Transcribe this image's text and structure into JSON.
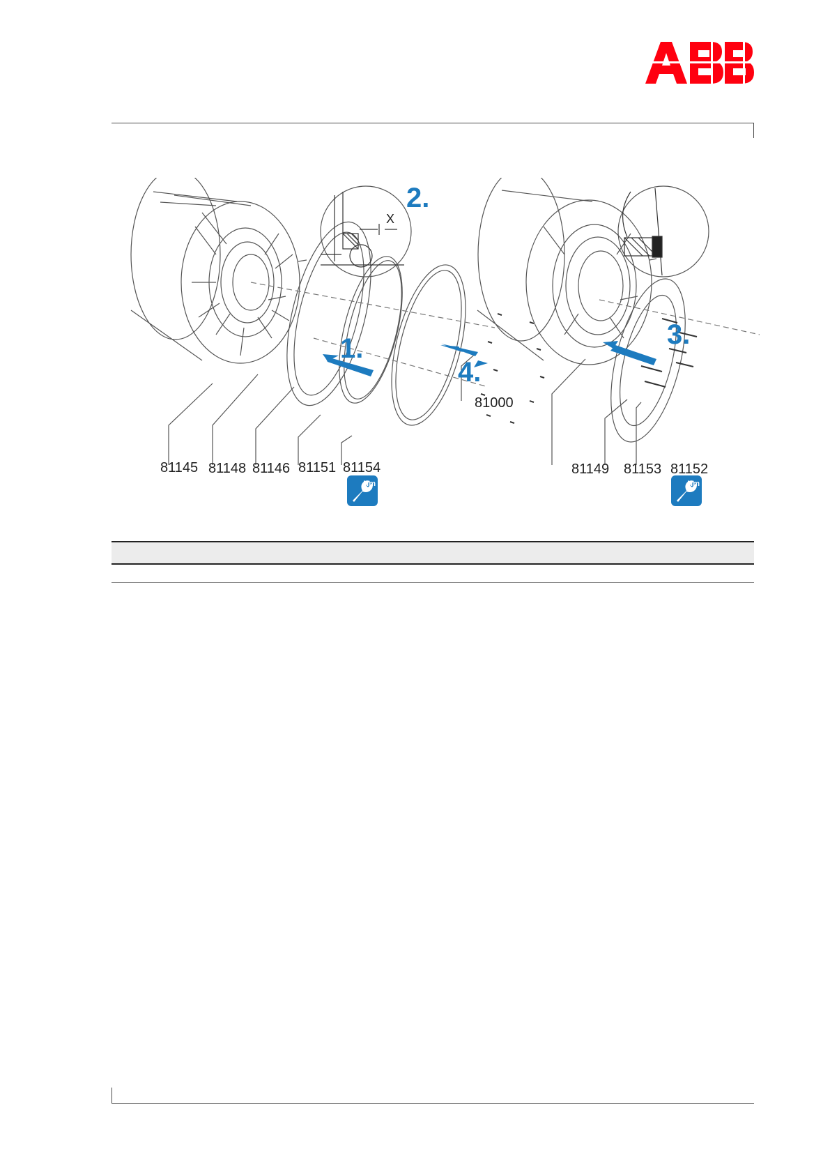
{
  "header": {
    "logo_text": "ABB",
    "brand_color": "#ff000f"
  },
  "figure": {
    "accent_color": "#1d7bbf",
    "steps": [
      "1.",
      "2.",
      "3.",
      "4."
    ],
    "detail_dimension_label": "X",
    "left_parts": [
      "81145",
      "81148",
      "81146",
      "81151",
      "81154"
    ],
    "right_parts": [
      "81149",
      "81153",
      "81152"
    ],
    "rotor_part": "81000",
    "torque_icon_label": "Nm"
  }
}
